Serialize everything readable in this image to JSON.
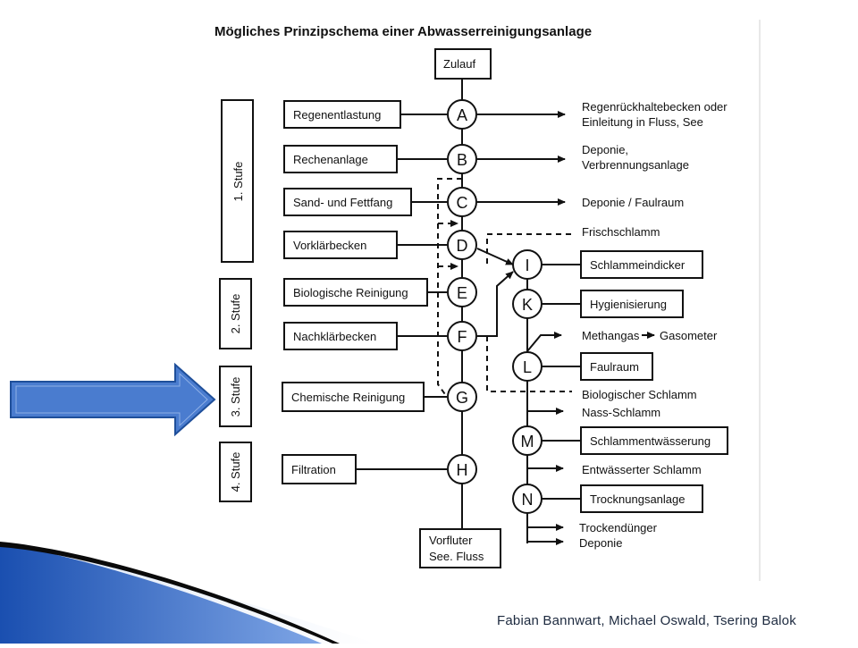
{
  "title": "Mögliches Prinzipschema einer Abwasserreinigungsanlage",
  "top_box": "Zulauf",
  "bottom_box": [
    "Vorfluter",
    "See. Fluss"
  ],
  "stages": [
    "1. Stufe",
    "2. Stufe",
    "3. Stufe",
    "4. Stufe"
  ],
  "processes": [
    "Regenentlastung",
    "Rechenanlage",
    "Sand- und Fettfang",
    "Vorklärbecken",
    "Biologische Reinigung",
    "Nachklärbecken",
    "Chemische Reinigung",
    "Filtration"
  ],
  "main_nodes": [
    "A",
    "B",
    "C",
    "D",
    "E",
    "F",
    "G",
    "H"
  ],
  "outputs": [
    [
      "Regenrückhaltebecken oder",
      "Einleitung in Fluss, See"
    ],
    [
      "Deponie,",
      "Verbrennungsanlage"
    ],
    [
      "Deponie / Faulraum"
    ]
  ],
  "sludge_nodes": [
    "I",
    "K",
    "L",
    "M",
    "N"
  ],
  "sludge_boxes": [
    "Schlammeindicker",
    "Hygienisierung",
    "Faulraum",
    "Schlammentwässerung",
    "Trocknungsanlage"
  ],
  "sludge_labels": {
    "frischschlamm": "Frischschlamm",
    "methangas": "Methangas",
    "gasometer": "Gasometer",
    "bio_schlamm": "Biologischer Schlamm",
    "nass_schlamm": "Nass-Schlamm",
    "entw_schlamm": "Entwässerter Schlamm",
    "trockenduenger": "Trockendünger",
    "deponie": "Deponie"
  },
  "footer": "Fabian Bannwart, Michael Oswald, Tsering Balok",
  "colors": {
    "arrow_fill": "#4a7ccf",
    "arrow_stroke": "#1f4f9a",
    "accent_blue": "#2f6fd0",
    "footer_text": "#1d2a3f"
  }
}
